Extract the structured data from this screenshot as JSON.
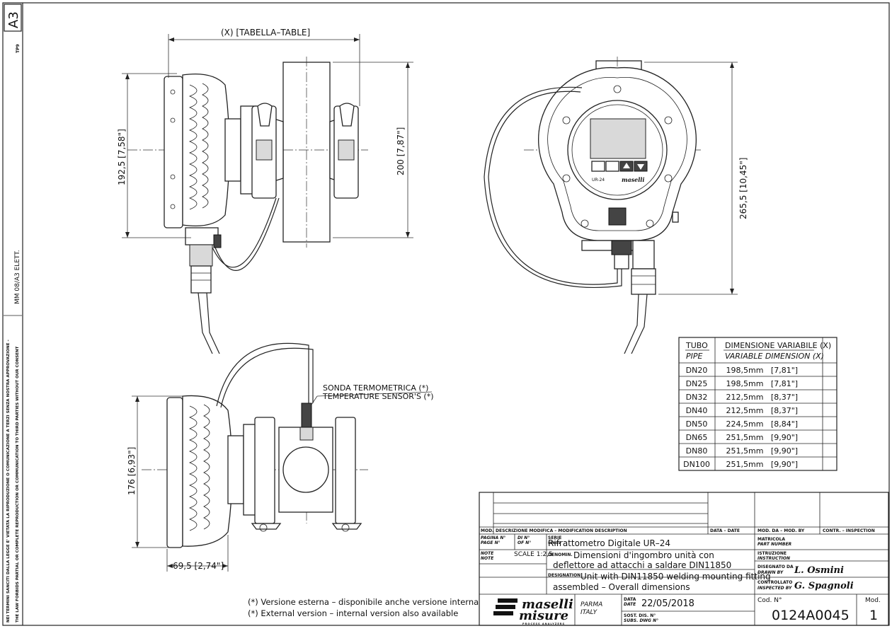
{
  "margin": {
    "format": "A3",
    "tp": "TP9",
    "elett": "MM 08/A3 ELETT.",
    "legal_it": "NEI TERMINI SANCITI DALLA LEGGE E' VIETATA LA RIPRODUZIONE O COMUNICAZIONE A TERZI SENZA NOSTRA APPROVAZIONE -",
    "legal_en": "THE LAW FORBIDS PARTIAL OR COMPLETE REPRODUCTION OR COMMUNICATION TO THIRD PARTIES WITHOUT OUR CONSENT"
  },
  "dimensions": {
    "x_table": "(X) [TABELLA–TABLE]",
    "h_side": "192,5 [7,58\"]",
    "h_pipe": "200 [7,87\"]",
    "h_front": "265,5 [10,45\"]",
    "h_bottom": "176 [6,93\"]",
    "w_bottom": "69,5 [2,74\"]"
  },
  "sensor": {
    "it": "SONDA TERMOMETRICA (*)",
    "en": "TEMPERATURE SENSOR'S (*)"
  },
  "device": {
    "model_label": "UR-24",
    "brand_label": "maselli"
  },
  "dim_table": {
    "header_it": [
      "TUBO",
      "DIMENSIONE VARIABILE (X)"
    ],
    "header_en": [
      "PIPE",
      "VARIABLE DIMENSION (X)"
    ],
    "rows": [
      [
        "DN20",
        "198,5mm",
        "[7,81\"]"
      ],
      [
        "DN25",
        "198,5mm",
        "[7,81\"]"
      ],
      [
        "DN32",
        "212,5mm",
        "[8,37\"]"
      ],
      [
        "DN40",
        "212,5mm",
        "[8,37\"]"
      ],
      [
        "DN50",
        "224,5mm",
        "[8,84\"]"
      ],
      [
        "DN65",
        "251,5mm",
        "[9,90\"]"
      ],
      [
        "DN80",
        "251,5mm",
        "[9,90\"]"
      ],
      [
        "DN100",
        "251,5mm",
        "[9,90\"]"
      ]
    ]
  },
  "notes": {
    "it": "(*) Versione esterna – disponibile anche versione interna",
    "en": "(*) External version – internal version also available"
  },
  "title_block": {
    "mod_label": "MOD.",
    "desc_label": "DESCRIZIONE MODIFICA – MODIFICATION DESCRIPTION",
    "date_label": "DATA – DATE",
    "modby_label": "MOD. DA – MOD. BY",
    "contr_label": "CONTR. – INSPECTION",
    "page_label_it": "PAGINA N°",
    "page_label_en": "PAGE N°",
    "of_label_it": "DI N°",
    "of_label_en": "OF N°",
    "note_label_it": "NOTE",
    "note_label_en": "NOTE",
    "scale": "SCALE 1:2,5",
    "serie_label_it": "SERIE",
    "serie_label_en": "SERIES",
    "serie": "Rifrattometro Digitale UR–24",
    "denom_label": "DENOMIN.",
    "denom_1": "Dimensioni d'ingombro unità con",
    "denom_2": "deflettore ad attacchi a saldare DIN11850",
    "designation_label": "DESIGNATION",
    "designation_1": "Unit with DIN11850 welding mounting fitting",
    "designation_2": "assembled – Overall dimensions",
    "matricola_it": "MATRICOLA",
    "matricola_en": "PART NUMBER",
    "istruzione_it": "ISTRUZIONE",
    "istruzione_en": "INSTRUCTION",
    "drawn_it": "DISEGNATO DA",
    "drawn_en": "DRAWN BY",
    "drawn": "L. Osmini",
    "checked_it": "CONTROLLATO",
    "checked_en": "INSPECTED BY",
    "checked": "G. Spagnoli",
    "logo_1": "maselli",
    "logo_2": "misure",
    "logo_sub": "PROCESS ANALYZERS",
    "city": "PARMA",
    "country": "ITALY",
    "data_label_it": "DATA",
    "data_label_en": "DATE",
    "date": "22/05/2018",
    "sost_it": "SOST. DIS. N°",
    "sost_en": "SUBS. DWG N°",
    "cod_label": "Cod. N°",
    "code": "0124A0045",
    "mod_no_label": "Mod.",
    "mod_no": "1"
  }
}
